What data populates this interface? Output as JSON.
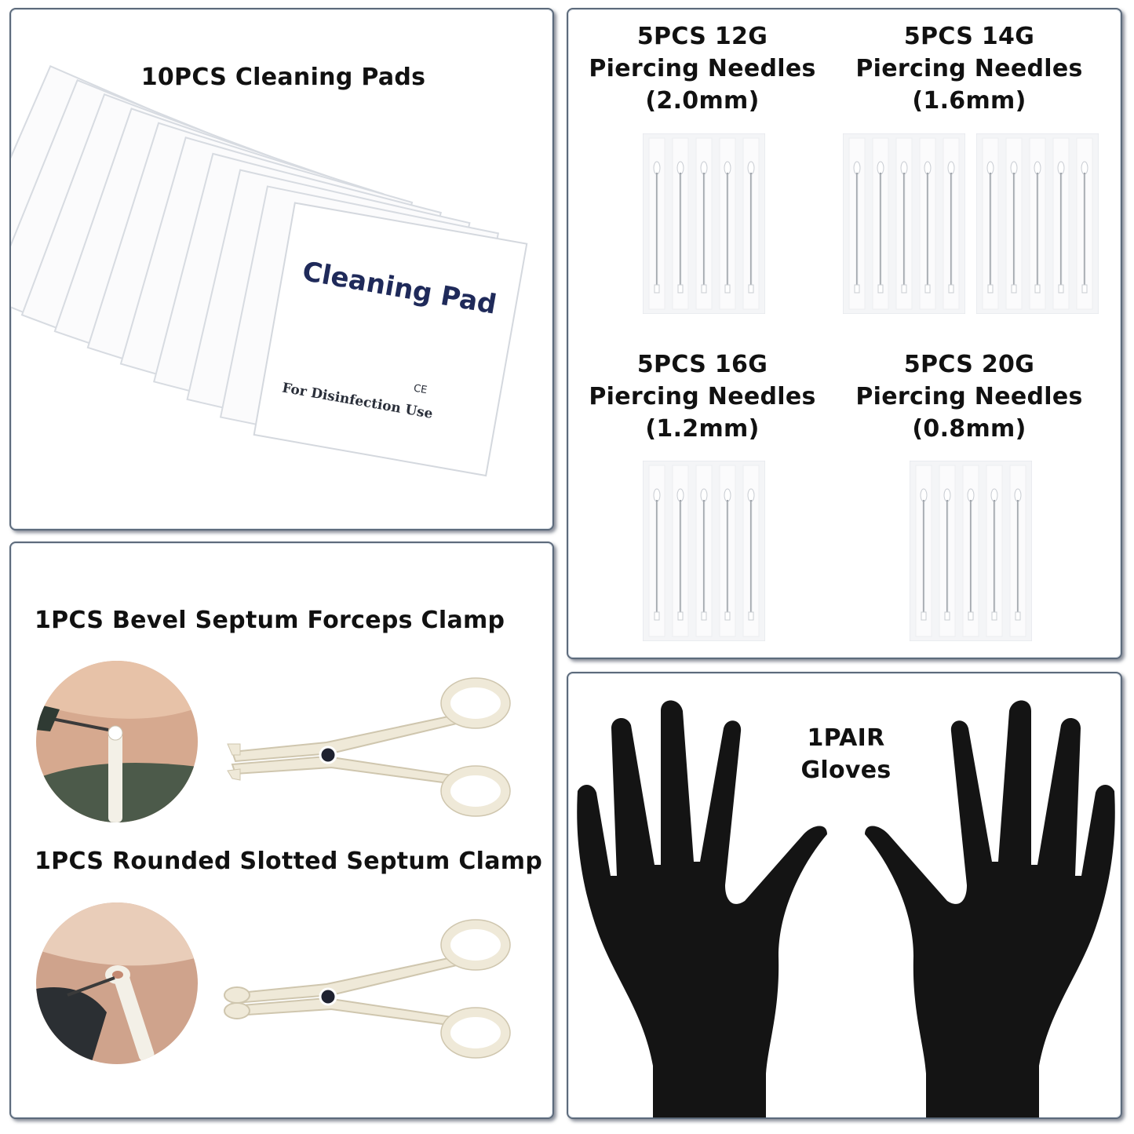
{
  "pads": {
    "title": "10PCS Cleaning Pads",
    "pad_text": "Cleaning Pad",
    "pad_subtext": "For Disinfection Use",
    "pad_mark": "CE"
  },
  "needles": [
    {
      "line1": "5PCS 12G",
      "line2": "Piercing Needles",
      "line3": "(2.0mm)"
    },
    {
      "line1": "5PCS 14G",
      "line2": "Piercing Needles",
      "line3": "(1.6mm)"
    },
    {
      "line1": "5PCS 16G",
      "line2": "Piercing Needles",
      "line3": "(1.2mm)"
    },
    {
      "line1": "5PCS 20G",
      "line2": "Piercing Needles",
      "line3": "(0.8mm)"
    }
  ],
  "clamps": {
    "bevel_label": "1PCS Bevel Septum Forceps Clamp",
    "rounded_label": "1PCS Rounded Slotted Septum Clamp"
  },
  "gloves": {
    "line1": "1PAIR",
    "line2": "Gloves"
  },
  "colors": {
    "panel_border": "#5d6b7c",
    "pad_text": "#1f2a5a",
    "clamp": "#efe9d8",
    "glove": "#141414"
  }
}
